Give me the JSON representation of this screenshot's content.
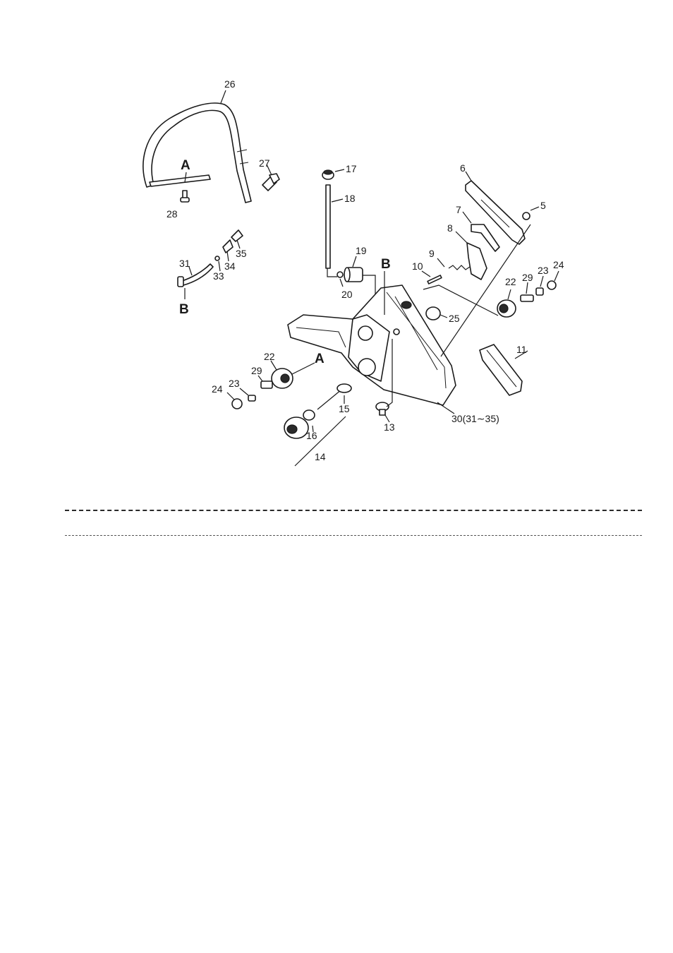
{
  "labels": {
    "p5": "5",
    "p6": "6",
    "p7": "7",
    "p8": "8",
    "p9": "9",
    "p10": "10",
    "p11": "11",
    "p13": "13",
    "p14": "14",
    "p15": "15",
    "p16": "16",
    "p17": "17",
    "p18": "18",
    "p19": "19",
    "p20": "20",
    "p22a": "22",
    "p22b": "22",
    "p23a": "23",
    "p23b": "23",
    "p24a": "24",
    "p24b": "24",
    "p25": "25",
    "p26": "26",
    "p27": "27",
    "p28": "28",
    "p29a": "29",
    "p29b": "29",
    "p30": "30(31∼35)",
    "p31": "31",
    "p33": "33",
    "p34": "34",
    "p35": "35"
  },
  "markers": {
    "a_top": "A",
    "a_body": "A",
    "b_hose": "B",
    "b_top": "B"
  }
}
